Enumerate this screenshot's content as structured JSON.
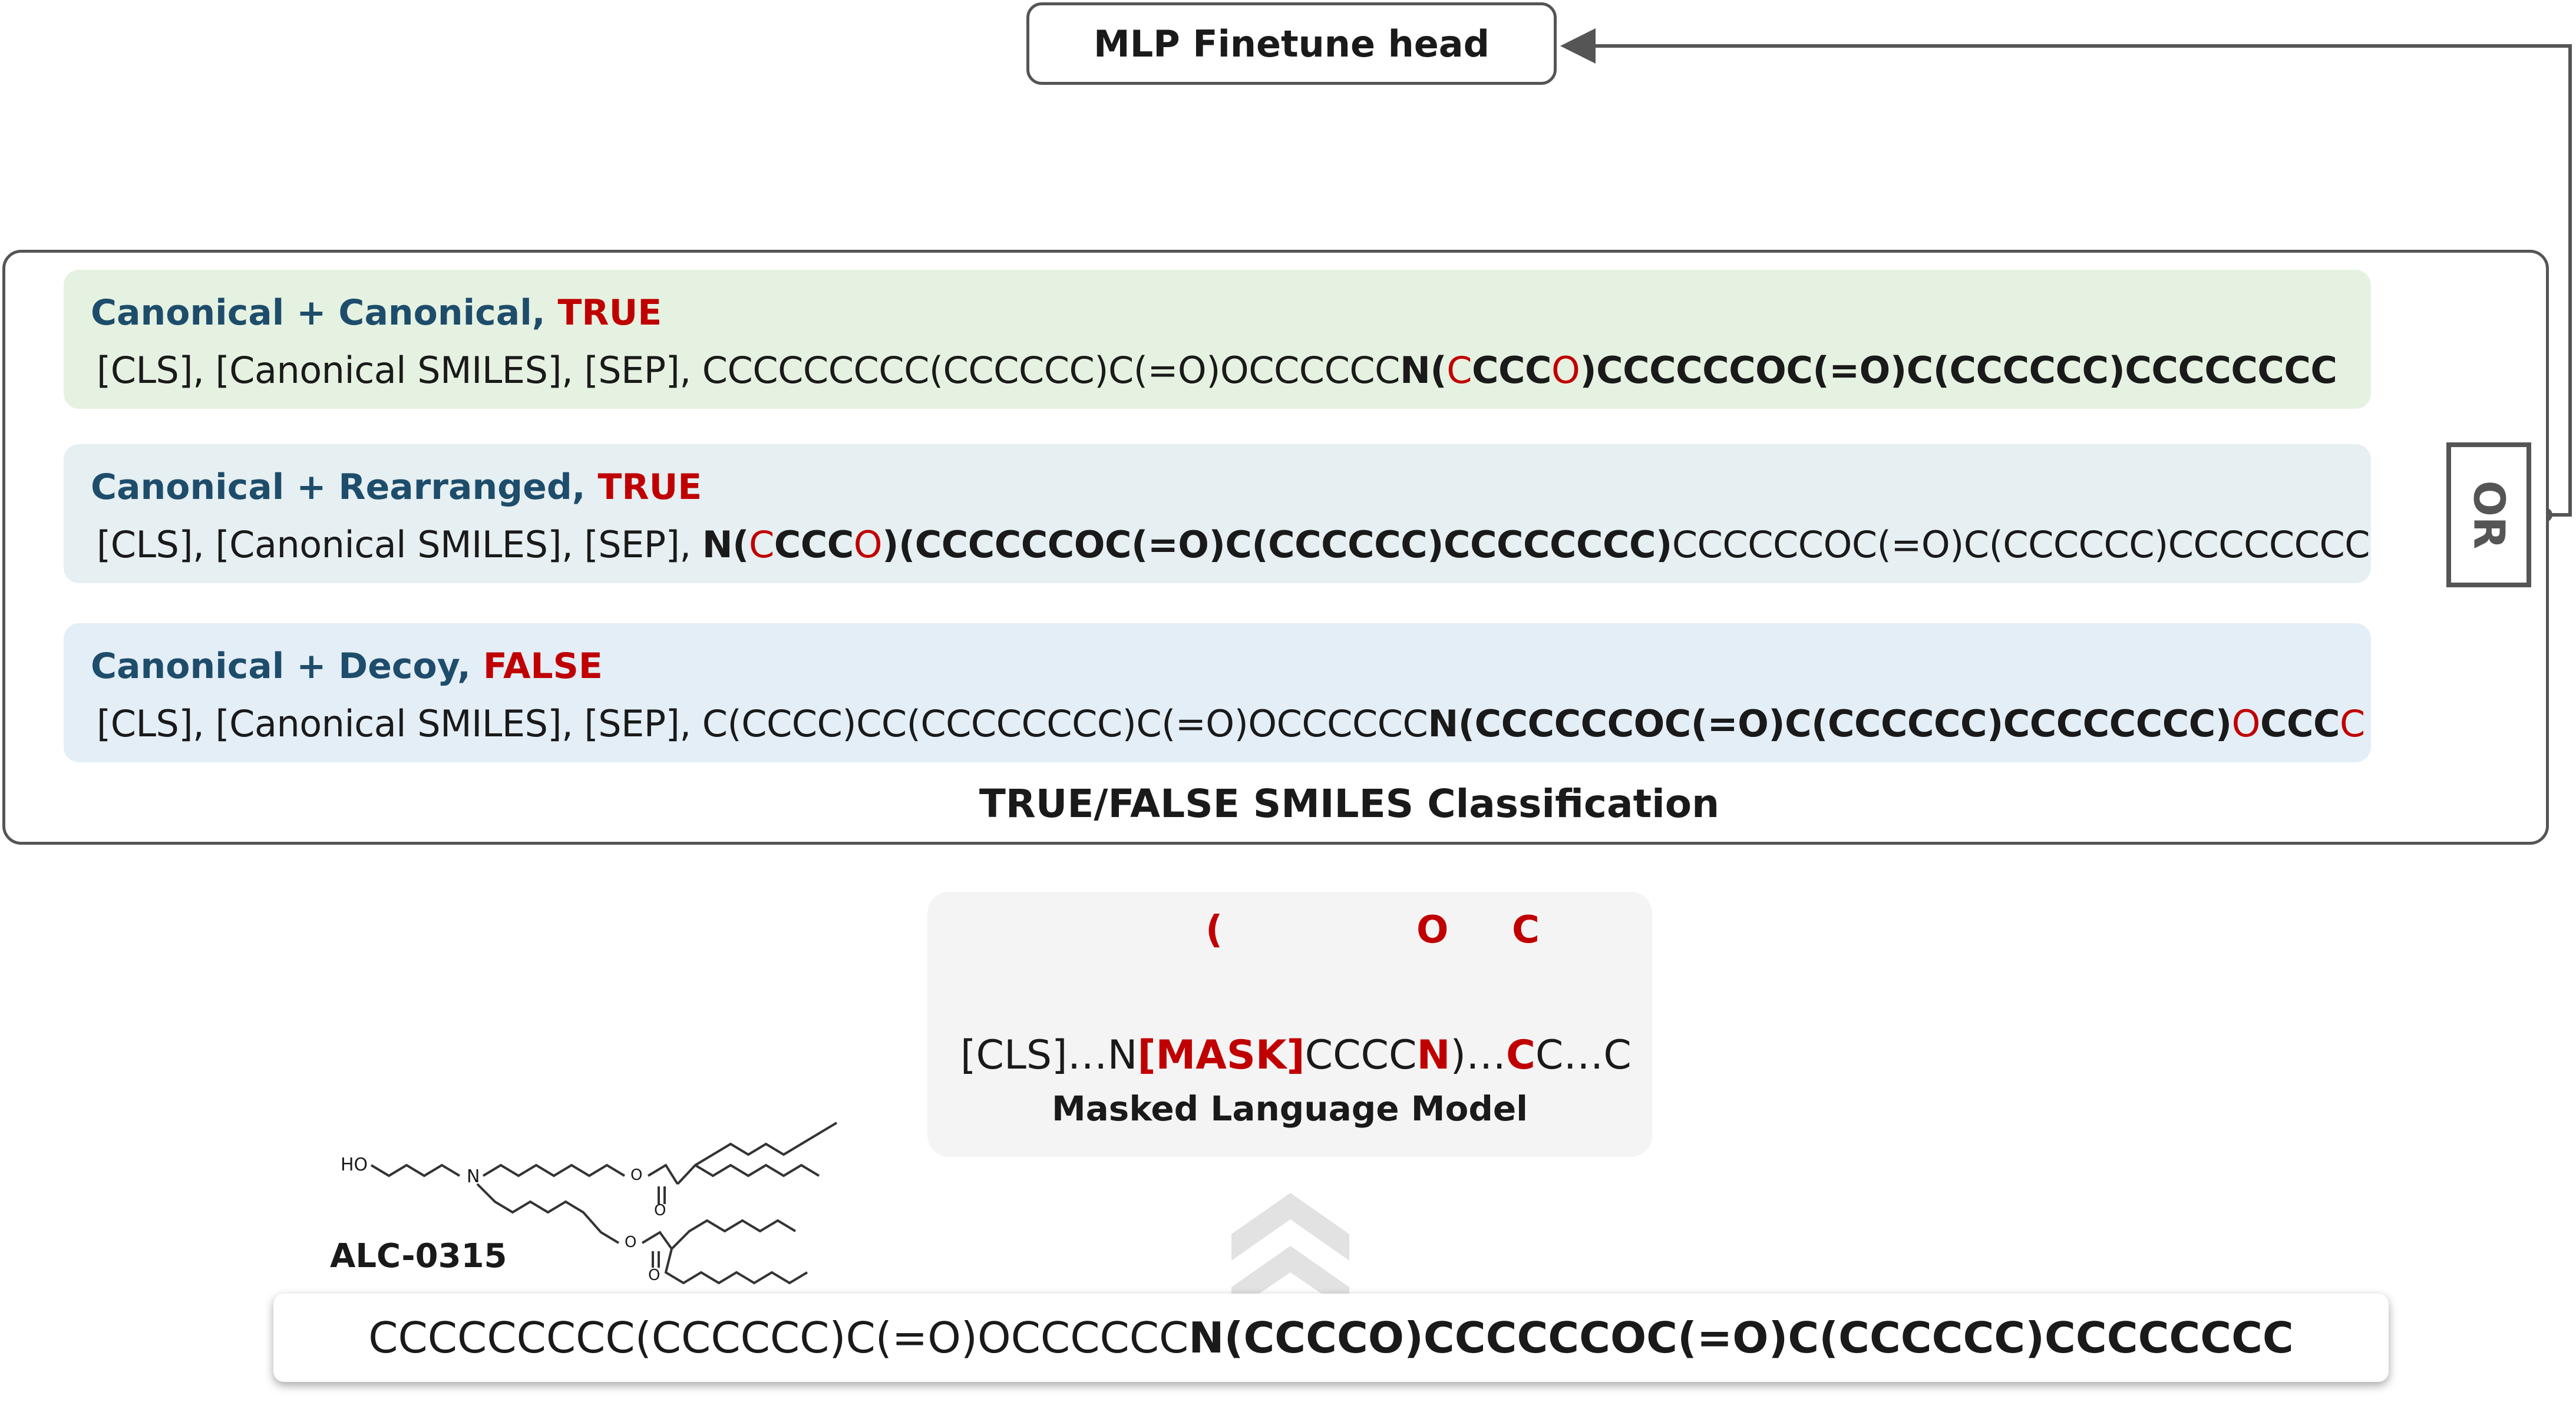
{
  "finetune_head": {
    "label": "MLP Finetune head"
  },
  "classification": {
    "caption": "TRUE/FALSE SMILES Classification",
    "or_label": "OR",
    "rows": [
      {
        "title": "Canonical + Canonical, ",
        "flag": "TRUE",
        "prefix": "[CLS], [Canonical SMILES], [SEP], ",
        "segments": [
          {
            "text": "CCCCCCCCC(CCCCCC)C(=O)OCCCCCC",
            "bold": false,
            "red": false
          },
          {
            "text": "N(",
            "bold": true,
            "red": false
          },
          {
            "text": "C",
            "bold": false,
            "red": true
          },
          {
            "text": "CCC",
            "bold": true,
            "red": false
          },
          {
            "text": "O",
            "bold": false,
            "red": true
          },
          {
            "text": ")CCCCCCOC(=O)C(CCCCCC)CCCCCCCC",
            "bold": true,
            "red": false
          }
        ]
      },
      {
        "title": "Canonical + Rearranged, ",
        "flag": "TRUE",
        "prefix": "[CLS], [Canonical SMILES], [SEP], ",
        "segments": [
          {
            "text": "N(",
            "bold": true,
            "red": false
          },
          {
            "text": "C",
            "bold": false,
            "red": true
          },
          {
            "text": "CCC",
            "bold": true,
            "red": false
          },
          {
            "text": "O",
            "bold": false,
            "red": true
          },
          {
            "text": ")(CCCCCCOC(=O)C(CCCCCC)CCCCCCCC)",
            "bold": true,
            "red": false
          },
          {
            "text": "CCCCCCOC(=O)C(CCCCCC)CCCCCCCC",
            "bold": false,
            "red": false
          }
        ]
      },
      {
        "title": "Canonical + Decoy, ",
        "flag": "FALSE",
        "prefix": "[CLS], [Canonical SMILES], [SEP], ",
        "segments": [
          {
            "text": "C(CCCC)CC(CCCCCCCC)C(=O)OCCCCCC",
            "bold": false,
            "red": false
          },
          {
            "text": "N(CCCCCCOC(=O)C(CCCCCC)CCCCCCCC)",
            "bold": true,
            "red": false
          },
          {
            "text": "O",
            "bold": false,
            "red": true
          },
          {
            "text": "CCC",
            "bold": true,
            "red": false
          },
          {
            "text": "C",
            "bold": false,
            "red": true
          }
        ]
      }
    ]
  },
  "mlm": {
    "caption": "Masked Language Model",
    "predictions": [
      "(",
      "O",
      "C"
    ],
    "sequence": [
      {
        "text": "[CLS]…N",
        "bold": false,
        "red": false
      },
      {
        "text": "[MASK]",
        "bold": true,
        "red": true
      },
      {
        "text": "CCCC",
        "bold": false,
        "red": false
      },
      {
        "text": "N",
        "bold": true,
        "red": true
      },
      {
        "text": ")…",
        "bold": false,
        "red": false
      },
      {
        "text": "C",
        "bold": true,
        "red": true
      },
      {
        "text": "C…C",
        "bold": false,
        "red": false
      }
    ]
  },
  "molecule": {
    "name": "ALC-0315",
    "atom_ho": "HO",
    "atom_n": "N",
    "atom_o": "O"
  },
  "input_smiles": [
    {
      "text": "CCCCCCCCC(CCCCCC)C(=O)OCCCCCC",
      "bold": false
    },
    {
      "text": "N(CCCCO)CCCCCCOC(=O)C(CCCCCC)CCCCCCCC",
      "bold": true
    }
  ],
  "colors": {
    "accent_red": "#c00000",
    "title_blue": "#1e4d6b",
    "border_gray": "#555555"
  }
}
